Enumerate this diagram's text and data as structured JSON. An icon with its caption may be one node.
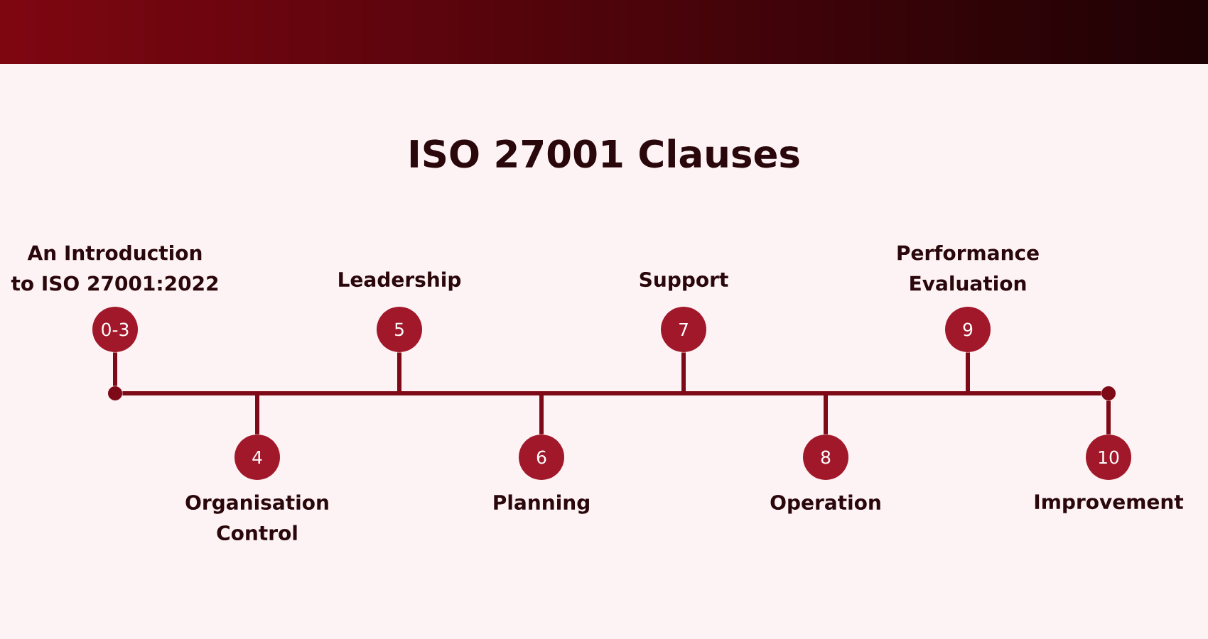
{
  "diagram": {
    "title": "ISO 27001 Clauses",
    "nodes": [
      {
        "text": [
          "0-3"
        ],
        "beside": [
          "An Introduction to ISO 27001:2022"
        ]
      },
      {
        "text": [
          "4"
        ],
        "beside": [
          "Organisation Control"
        ]
      },
      {
        "text": [
          "5"
        ],
        "beside": [
          "Leadership"
        ]
      },
      {
        "text": [
          "6"
        ],
        "beside": [
          "Planning"
        ]
      },
      {
        "text": [
          "7"
        ],
        "beside": [
          "Support"
        ]
      },
      {
        "text": [
          "8"
        ],
        "beside": [
          "Operation"
        ]
      },
      {
        "text": [
          "9"
        ],
        "beside": [
          "Performance Evaluation"
        ]
      },
      {
        "text": [
          "10"
        ],
        "beside": [
          "Improvement"
        ]
      },
      {
        "text": [],
        "shape": "circle"
      },
      {
        "text": [],
        "shape": "circle"
      }
    ],
    "edges": [
      {
        "from": 8,
        "to": 9,
        "arrow": "none"
      },
      {
        "from": 0,
        "to": 8,
        "arrow": "none"
      },
      {
        "from": 1,
        "to": null,
        "arrow": "none"
      },
      {
        "from": 2,
        "to": null,
        "arrow": "none"
      },
      {
        "from": 3,
        "to": null,
        "arrow": "none"
      },
      {
        "from": 4,
        "to": null,
        "arrow": "none"
      },
      {
        "from": 5,
        "to": null,
        "arrow": "none"
      },
      {
        "from": 6,
        "to": null,
        "arrow": "none"
      },
      {
        "from": 7,
        "to": 9,
        "arrow": "none"
      }
    ]
  }
}
